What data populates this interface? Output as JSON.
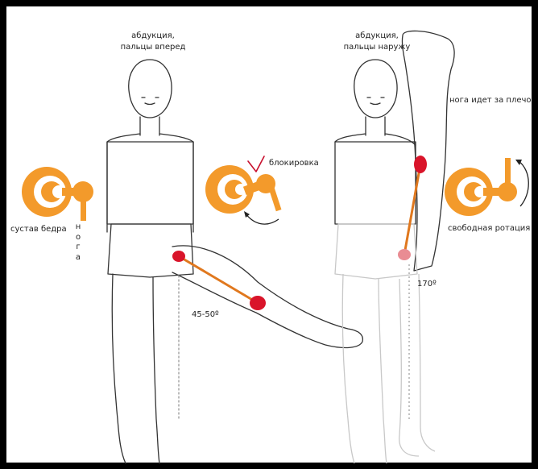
{
  "labels": {
    "left_top_1": "абдукция,",
    "left_top_2": "пальцы вперед",
    "right_top_1": "абдукция,",
    "right_top_2": "пальцы наружу",
    "hip_joint": "сустав бедра",
    "leg_vertical": "нога",
    "block": "блокировка",
    "leg_behind_shoulder": "нога идет за плечо",
    "free_rotation": "свободная ротация",
    "angle_left": "45-50º",
    "angle_right": "170º"
  },
  "colors": {
    "joint_orange": "#F39A2B",
    "marker_red": "#D9142A",
    "marker_pink": "#E98C93",
    "bone_orange": "#E0781E",
    "check_red": "#C8102E",
    "outline": "#333333",
    "ghost_outline": "#C8C8C8"
  },
  "icons": [
    "hip-joint-icon",
    "blocked-joint-icon",
    "free-rotation-joint-icon",
    "checkmark-icon",
    "rotation-arrow-icon"
  ]
}
